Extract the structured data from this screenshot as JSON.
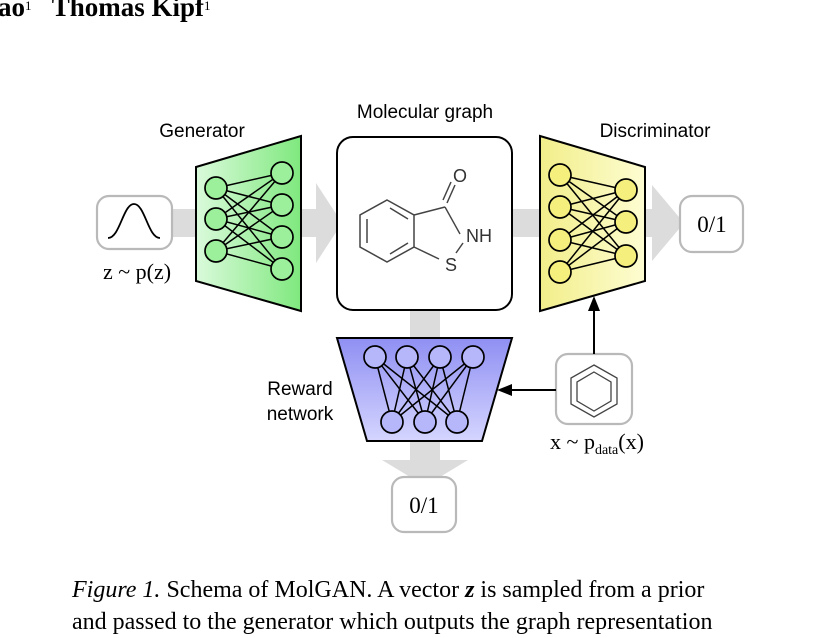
{
  "authors": {
    "first_fragment": "ao",
    "first_affil": "1",
    "second_name": "Thomas Kipf",
    "second_affil": "1"
  },
  "figure": {
    "generator_label": "Generator",
    "molecular_graph_label": "Molecular graph",
    "discriminator_label": "Discriminator",
    "reward_label_line1": "Reward",
    "reward_label_line2": "network",
    "prior_label": "z ~ p(z)",
    "data_label_prefix": "x ~ p",
    "data_label_sub": "data",
    "data_label_suffix": "(x)",
    "disc_output": "0/1",
    "reward_output": "0/1",
    "atom_o": "O",
    "atom_nh": "NH",
    "atom_s": "S",
    "colors": {
      "generator_light": "#dafadb",
      "generator_dark": "#7fe87e",
      "node_green": "#9df09b",
      "discriminator_light": "#fdfdd2",
      "discriminator_dark": "#f2ee8a",
      "node_yellow": "#f5f07e",
      "reward_light": "#dcdcff",
      "reward_dark": "#8f8ff3",
      "node_blue": "#b6b6fa",
      "flow_arrow": "#dcdcdc",
      "box_border": "#b9b9b9"
    }
  },
  "caption": {
    "figure_label": "Figure 1.",
    "line1_text": " Schema of MolGAN. A vector ",
    "line1_var": "z",
    "line1_rest": " is sampled from a prior",
    "line2": "and passed to the generator which outputs the graph representation"
  }
}
